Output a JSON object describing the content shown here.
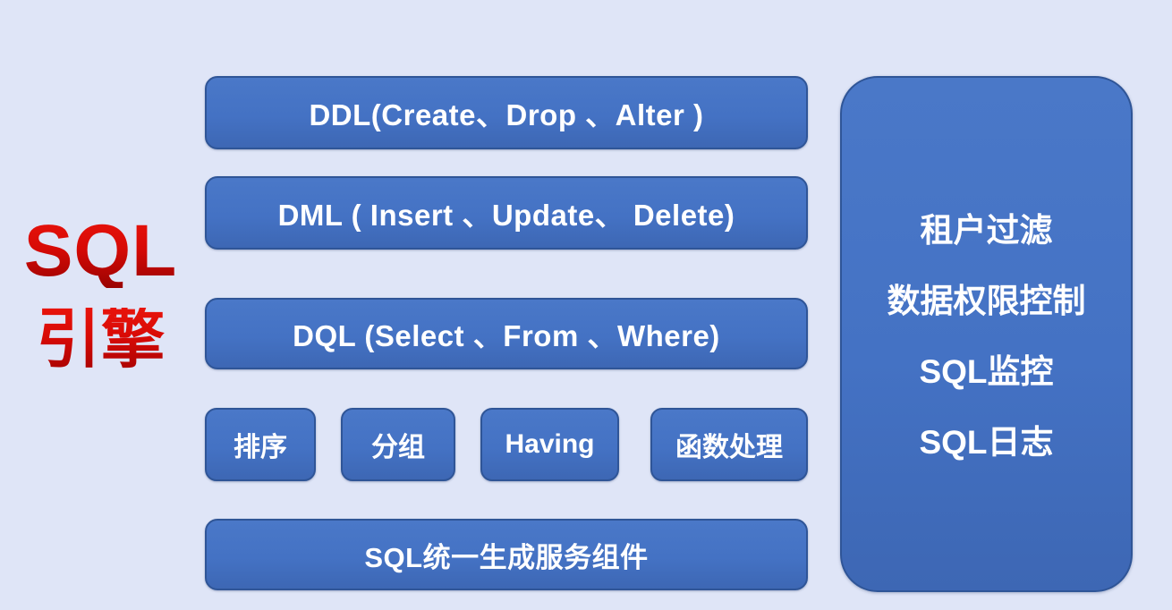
{
  "theme": {
    "background_color": "#DFE5F7",
    "box_fill": "#4472C4",
    "box_border": "#2F5597",
    "box_text_color": "#FFFFFF",
    "accent_red": "#CC0B06"
  },
  "engine_label": {
    "line1": "SQL",
    "line2": "引擎"
  },
  "sql_layers": [
    {
      "id": "ddl",
      "label": "DDL(Create、Drop 、Alter )"
    },
    {
      "id": "dml",
      "label": "DML ( Insert 、Update、 Delete)"
    },
    {
      "id": "dql",
      "label": "DQL  (Select 、From 、Where)"
    }
  ],
  "clause_boxes": [
    {
      "id": "order-by",
      "label": "排序"
    },
    {
      "id": "group-by",
      "label": "分组"
    },
    {
      "id": "having",
      "label": "Having"
    },
    {
      "id": "function",
      "label": "函数处理"
    }
  ],
  "unified_component": {
    "label": "SQL统一生成服务组件"
  },
  "governance_panel": {
    "features": [
      {
        "id": "tenant-filter",
        "label": "租户过滤"
      },
      {
        "id": "data-permission",
        "label": "数据权限控制"
      },
      {
        "id": "sql-monitoring",
        "label": "SQL监控"
      },
      {
        "id": "sql-logging",
        "label": "SQL日志"
      }
    ]
  }
}
